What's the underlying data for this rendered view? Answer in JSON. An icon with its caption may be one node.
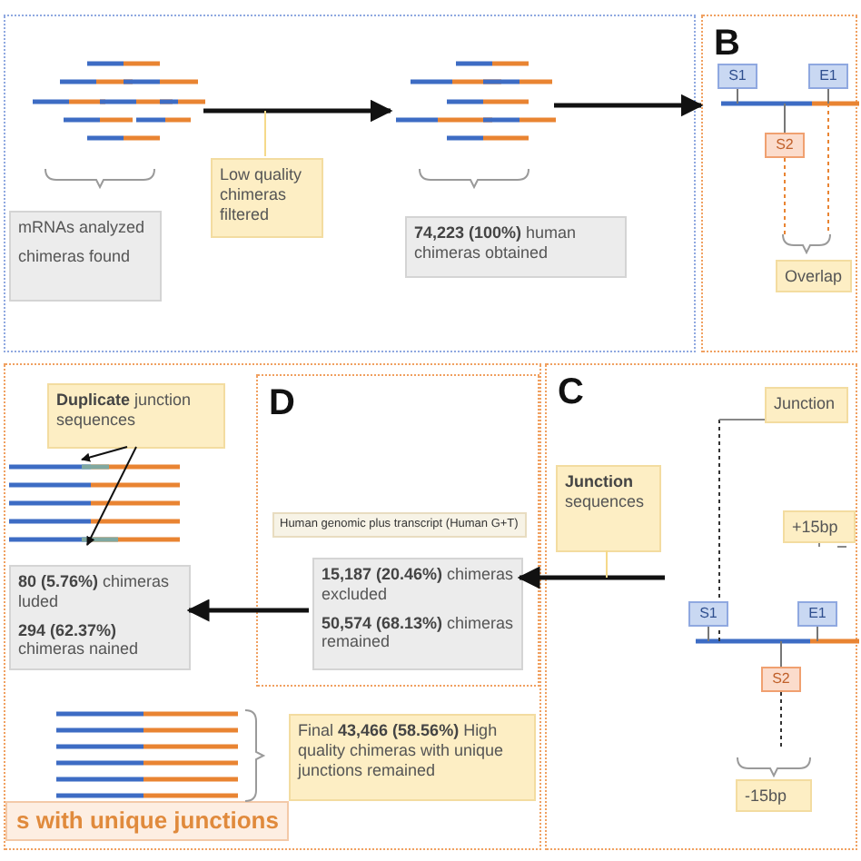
{
  "diagram": {
    "nodes": [
      {
        "text": [],
        "shape": "box"
      },
      {
        "text": [],
        "shape": "bar",
        "in": 0
      },
      {
        "text": [
          "mRNAs analyzed",
          "chimeras found"
        ],
        "in": 0
      },
      {
        "text": [
          "Low quality chimeras filtered"
        ],
        "in": 0
      },
      {
        "text": [],
        "shape": "bar",
        "in": 0
      },
      {
        "text": [
          "**74,223 (100%)** human chimeras obtained"
        ],
        "in": 0
      },
      {
        "text": [
          "B"
        ]
      },
      {
        "text": [
          "S1"
        ],
        "in": 6
      },
      {
        "text": [
          "E1"
        ],
        "in": 6
      },
      {
        "text": [
          "S2"
        ],
        "in": 6
      },
      {
        "text": [
          "Overlap"
        ],
        "in": 6
      },
      {
        "text": [
          "C"
        ]
      },
      {
        "text": [
          "**Junction** sequences"
        ],
        "in": 11
      },
      {
        "text": [
          "Junction"
        ],
        "in": 11
      },
      {
        "text": [
          "+15bp"
        ],
        "in": 11
      },
      {
        "text": [
          "S1"
        ],
        "in": 11
      },
      {
        "text": [
          "E1"
        ],
        "in": 11
      },
      {
        "text": [
          "S2"
        ],
        "in": 11
      },
      {
        "text": [
          "-15bp"
        ],
        "in": 11
      },
      {
        "text": [
          "D"
        ],
        "in": 22
      },
      {
        "text": [
          "Human genomic plus transcript (Human G+T)"
        ],
        "in": 19
      },
      {
        "text": [
          "**15,187 (20.46%)** chimeras excluded",
          "**50,574 (68.13%)** chimeras remained"
        ],
        "in": 19
      },
      {
        "text": [
          "s with unique junctions"
        ]
      },
      {
        "text": [
          "**Duplicate** junction sequences"
        ],
        "in": 22
      },
      {
        "text": [],
        "shape": "bar",
        "in": 22
      },
      {
        "text": [
          "**80 (5.76%)** chimeras luded",
          "**294 (62.37%)** chimeras nained"
        ],
        "in": 22
      },
      {
        "text": [],
        "shape": "bar",
        "in": 22
      },
      {
        "text": [
          "Final **43,466 (58.56%)** High quality chimeras with unique junctions remained"
        ],
        "in": 22
      }
    ],
    "edges": [
      {
        "from": 1,
        "to": 4,
        "arrow": "to",
        "style": "thick"
      },
      {
        "from": 3,
        "to": null,
        "arrow": "none",
        "color": "#f5d98a"
      },
      {
        "from": 4,
        "to": 6,
        "arrow": "to",
        "style": "thick"
      },
      {
        "from": null,
        "to": 21,
        "arrow": "to",
        "style": "thick"
      },
      {
        "from": 12,
        "to": null,
        "arrow": "none",
        "color": "#f5d98a"
      },
      {
        "from": 21,
        "to": 25,
        "arrow": "to",
        "style": "thick"
      },
      {
        "from": 23,
        "to": 24,
        "arrow": "to"
      },
      {
        "from": 23,
        "to": 24,
        "arrow": "to"
      }
    ]
  }
}
